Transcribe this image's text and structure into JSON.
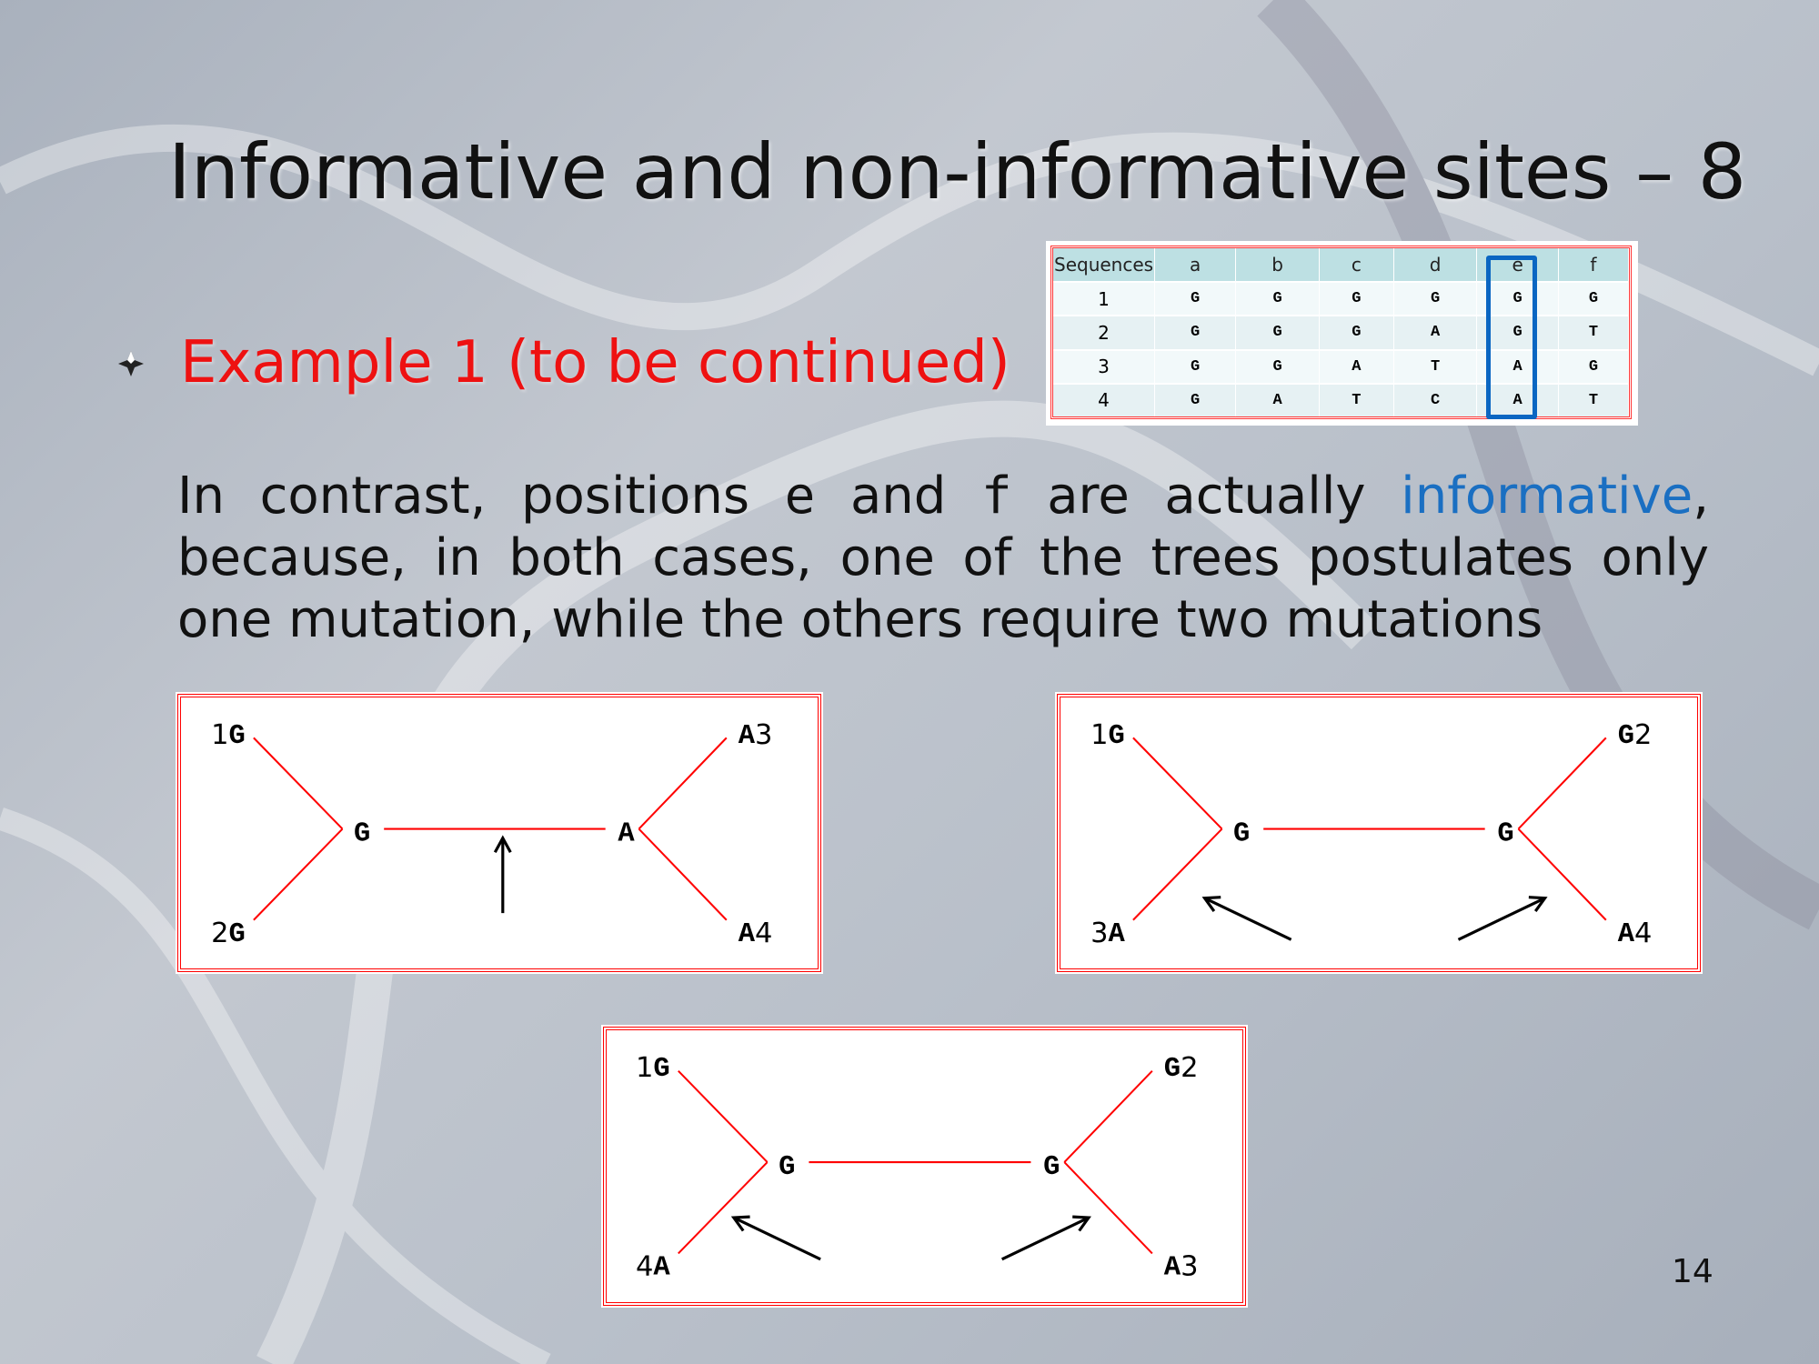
{
  "slide": {
    "title": "Informative and non-informative sites – 8",
    "bullet": "Example 1 (to be continued)",
    "body": {
      "p1": "In contrast, positions ",
      "e": "e",
      "p2": " and ",
      "f": "f",
      "p3": " are actually ",
      "highlight": "informative",
      "p4": ", because, in both cases, one of the trees postulates only one mutation, while the others require two mutations"
    },
    "page_number": "14"
  },
  "table": {
    "headers": [
      "Sequences",
      "a",
      "b",
      "c",
      "d",
      "e",
      "f"
    ],
    "rows": [
      [
        "1",
        "G",
        "G",
        "G",
        "G",
        "G",
        "G"
      ],
      [
        "2",
        "G",
        "G",
        "G",
        "A",
        "G",
        "T"
      ],
      [
        "3",
        "G",
        "G",
        "A",
        "T",
        "A",
        "G"
      ],
      [
        "4",
        "G",
        "A",
        "T",
        "C",
        "A",
        "T"
      ]
    ],
    "highlighted_column": "e"
  },
  "trees": [
    {
      "tl": {
        "n": "1",
        "b": "G"
      },
      "bl": {
        "n": "2",
        "b": "G"
      },
      "tr": {
        "b": "A",
        "n": "3"
      },
      "br": {
        "b": "A",
        "n": "4"
      },
      "left_node": "G",
      "right_node": "A"
    },
    {
      "tl": {
        "n": "1",
        "b": "G"
      },
      "bl": {
        "n": "3",
        "b": "A"
      },
      "tr": {
        "b": "G",
        "n": "2"
      },
      "br": {
        "b": "A",
        "n": "4"
      },
      "left_node": "G",
      "right_node": "G"
    },
    {
      "tl": {
        "n": "1",
        "b": "G"
      },
      "bl": {
        "n": "4",
        "b": "A"
      },
      "tr": {
        "b": "G",
        "n": "2"
      },
      "br": {
        "b": "A",
        "n": "3"
      },
      "left_node": "G",
      "right_node": "G"
    }
  ],
  "colors": {
    "accent_red": "#ee1111",
    "highlight_blue": "#1a6fc2",
    "branch": "#ff0000"
  }
}
